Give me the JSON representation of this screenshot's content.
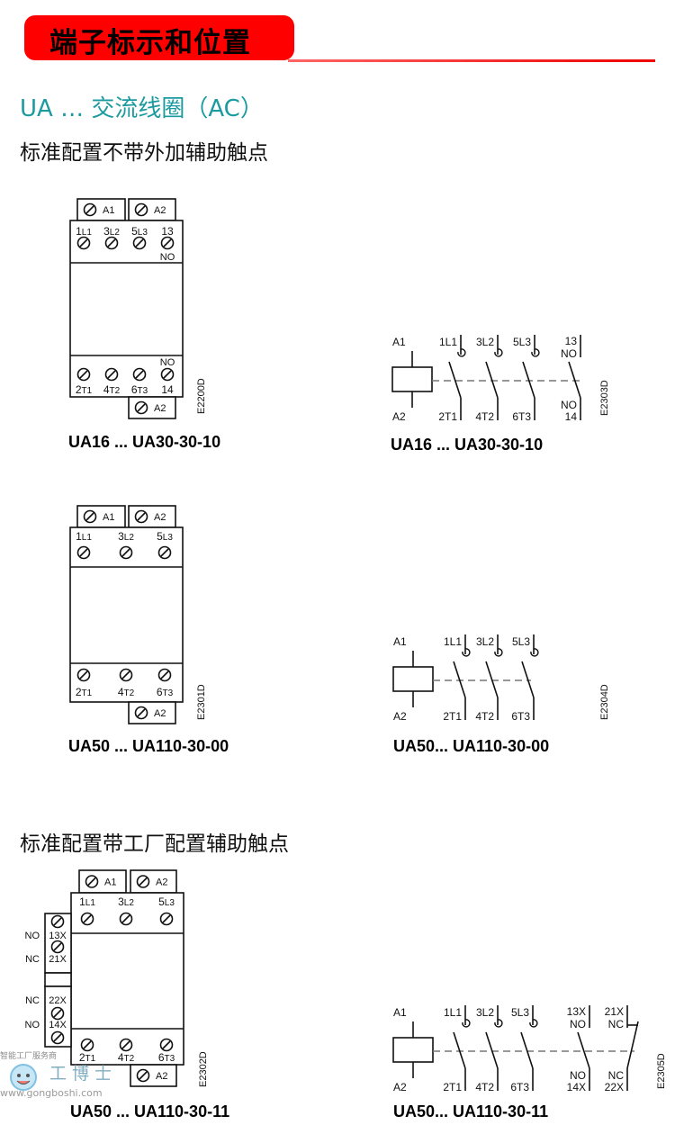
{
  "header": {
    "title": "端子标示和位置"
  },
  "section1": {
    "title": "UA … 交流线圈（AC）",
    "subtitle": "标准配置不带外加辅助触点"
  },
  "section2": {
    "subtitle": "标准配置带工厂配置辅助触点"
  },
  "physical": [
    {
      "top_tabs": [
        "A1",
        "A2"
      ],
      "top_terminals": [
        "1L1",
        "3L2",
        "5L3",
        "13"
      ],
      "top_note": "NO",
      "bottom_terminals": [
        "2T1",
        "4T2",
        "6T3",
        "14"
      ],
      "bottom_note": "NO",
      "bottom_tab": "A2",
      "code": "E2200D",
      "caption": "UA16 ... UA30-30-10"
    },
    {
      "top_tabs": [
        "A1",
        "A2"
      ],
      "top_terminals": [
        "1L1",
        "3L2",
        "5L3"
      ],
      "bottom_terminals": [
        "2T1",
        "4T2",
        "6T3"
      ],
      "bottom_tab": "A2",
      "code": "E2301D",
      "caption": "UA50 ... UA110-30-00"
    },
    {
      "top_tabs": [
        "A1",
        "A2"
      ],
      "top_terminals": [
        "1L1",
        "3L2",
        "5L3"
      ],
      "bottom_terminals": [
        "2T1",
        "4T2",
        "6T3"
      ],
      "bottom_tab": "A2",
      "side_block": [
        [
          "NO",
          "13X"
        ],
        [
          "NC",
          "21X"
        ],
        [
          "NC",
          "22X"
        ],
        [
          "NO",
          "14X"
        ]
      ],
      "code": "E2302D",
      "caption": "UA50 ... UA110-30-11"
    }
  ],
  "schematics": [
    {
      "coil": [
        "A1",
        "A2"
      ],
      "main_top": [
        "1L1",
        "3L2",
        "5L3"
      ],
      "main_bottom": [
        "2T1",
        "4T2",
        "6T3"
      ],
      "aux": [
        {
          "type": "NO",
          "top": [
            "13",
            "NO"
          ],
          "bottom": [
            "NO",
            "14"
          ]
        }
      ],
      "code": "E2303D",
      "caption": "UA16 ... UA30-30-10"
    },
    {
      "coil": [
        "A1",
        "A2"
      ],
      "main_top": [
        "1L1",
        "3L2",
        "5L3"
      ],
      "main_bottom": [
        "2T1",
        "4T2",
        "6T3"
      ],
      "aux": [],
      "code": "E2304D",
      "caption": "UA50... UA110-30-00"
    },
    {
      "coil": [
        "A1",
        "A2"
      ],
      "main_top": [
        "1L1",
        "3L2",
        "5L3"
      ],
      "main_bottom": [
        "2T1",
        "4T2",
        "6T3"
      ],
      "aux": [
        {
          "type": "NO",
          "top": [
            "13X",
            "NO"
          ],
          "bottom": [
            "NO",
            "14X"
          ]
        },
        {
          "type": "NC",
          "top": [
            "21X",
            "NC"
          ],
          "bottom": [
            "NC",
            "22X"
          ]
        }
      ],
      "code": "E2305D",
      "caption": "UA50... UA110-30-11"
    }
  ],
  "watermark": {
    "brand": "工博士",
    "slogan": "智能工厂服务商",
    "url": "www.gongboshi.com"
  }
}
